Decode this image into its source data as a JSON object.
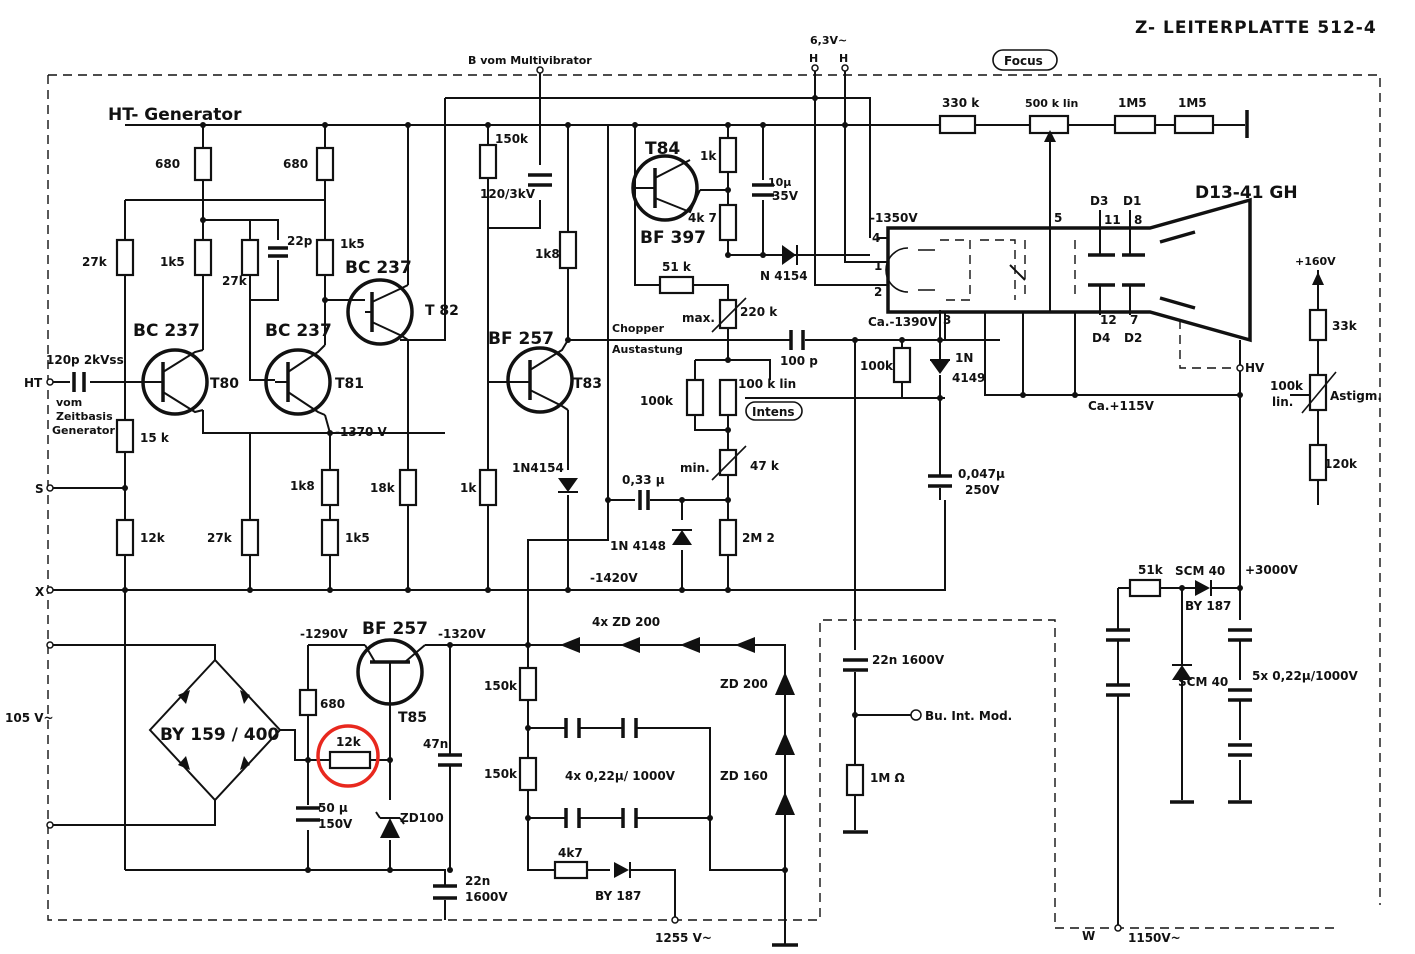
{
  "diagram": {
    "title": "Z- LEITERPLATTE   512-4",
    "section_title": "HT- Generator",
    "annotations": {
      "b_vom_multivibrator": "B vom Multivibrator",
      "heater_voltage": "6,3V~",
      "heater_h1": "H",
      "heater_h2": "H",
      "focus": "Focus",
      "intens": "Intens",
      "chopper": "Chopper",
      "austastung": "Austastung",
      "vom_zeitbasis_1": "vom",
      "vom_zeitbasis_2": "Zeitbasis",
      "vom_zeitbasis_3": "Generator",
      "bu_int_mod": "Bu. Int. Mod.",
      "tube_type": "D13-41 GH",
      "max": "max.",
      "min": "min.",
      "lin_1": "lin.",
      "astigm": "Astigm."
    },
    "terminals": {
      "ht": "HT",
      "s": "S",
      "x": "X",
      "w": "W",
      "mains": "105 V~",
      "out_1150": "1150V~",
      "out_1255": "1255 V~",
      "hv": "HV",
      "plus160": "+160V"
    },
    "voltages": {
      "v_1370": "-1370 V",
      "v_1350": "-1350V",
      "v_1390": "Ca.-1390V",
      "v_1420": "-1420V",
      "v_1290": "-1290V",
      "v_1320": "-1320V",
      "v_3000": "+3000V",
      "v_115": "Ca.+115V"
    },
    "transistors": {
      "t80_type": "BC 237",
      "t80_ref": "T80",
      "t81_type": "BC 237",
      "t81_ref": "T81",
      "t82_type": "BC 237",
      "t82_ref": "T 82",
      "t83_type": "BF 257",
      "t83_ref": "T83",
      "t84_type": "BF 397",
      "t84_ref": "T84",
      "t85_type": "BF 257",
      "t85_ref": "T85"
    },
    "resistors": {
      "r680a": "680",
      "r680b": "680",
      "r27k_a": "27k",
      "r1k5_a": "1k5",
      "r27k_b": "27k",
      "r1k5_b": "1k5",
      "r150k": "150k",
      "r1k8_a": "1k8",
      "r15k": "15 k",
      "r12k_a": "12k",
      "r27k_c": "27k",
      "r1k8_b": "1k8",
      "r1k5_c": "1k5",
      "r18k": "18k",
      "r1k": "1k",
      "r1k_t84": "1k",
      "r4k7_t84": "4k 7",
      "r51k_a": "51 k",
      "r220k": "220 k",
      "r100k_a": "100k",
      "r100k_lin": "100 k lin",
      "r47k": "47 k",
      "r2m2": "2M 2",
      "r100k_b": "100k",
      "r330k": "330 k",
      "r500k": "500 k lin",
      "r1m5_a": "1M5",
      "r1m5_b": "1M5",
      "r33k": "33k",
      "r100k_astig": "100k",
      "r120k": "120k",
      "r680c": "680",
      "r12k_hl": "12k",
      "r150k_b": "150k",
      "r150k_c": "150k",
      "r4k7_b": "4k7",
      "r1m": "1M Ω",
      "r51k_b": "51k"
    },
    "capacitors": {
      "c120p": "120p 2kVss",
      "c22p": "22p",
      "c120_3kv": "120/3kV",
      "c10u": "10μ",
      "c10u_v": "35V",
      "c100p": "100 p",
      "c033": "0,33 μ",
      "c0047": "0,047μ",
      "c0047_v": "250V",
      "c47n": "47n",
      "c50u": "50 μ",
      "c50u_v": "150V",
      "c22n_a": "22n",
      "c22n_a_v": "1600V",
      "c22n_b": "22n  1600V",
      "c4x": "4x     0,22μ/ 1000V",
      "c5x": "5x  0,22μ/1000V"
    },
    "semiconductors": {
      "d_n4154": "N 4154",
      "d_1n4154": "1N4154",
      "d_1n4148": "1N 4148",
      "d_1n4149_a": "1N",
      "d_1n4149_b": "4149",
      "bridge": "BY 159 / 400",
      "zd100": "ZD100",
      "zd200_chain": "4x  ZD 200",
      "zd200": "ZD 200",
      "zd160": "ZD 160",
      "by187_a": "BY 187",
      "by187_b": "BY 187",
      "scm40_a": "SCM 40",
      "scm40_b": "SCM 40"
    },
    "tube_pins": {
      "p1": "1",
      "p2": "2",
      "p3": "3",
      "p4": "4",
      "p5": "5",
      "p7": "7",
      "p8": "8",
      "p11": "11",
      "p12": "12",
      "d1": "D1",
      "d2": "D2",
      "d3": "D3",
      "d4": "D4"
    },
    "highlight_marker": {
      "component": "12k",
      "color": "#e8281e"
    }
  }
}
